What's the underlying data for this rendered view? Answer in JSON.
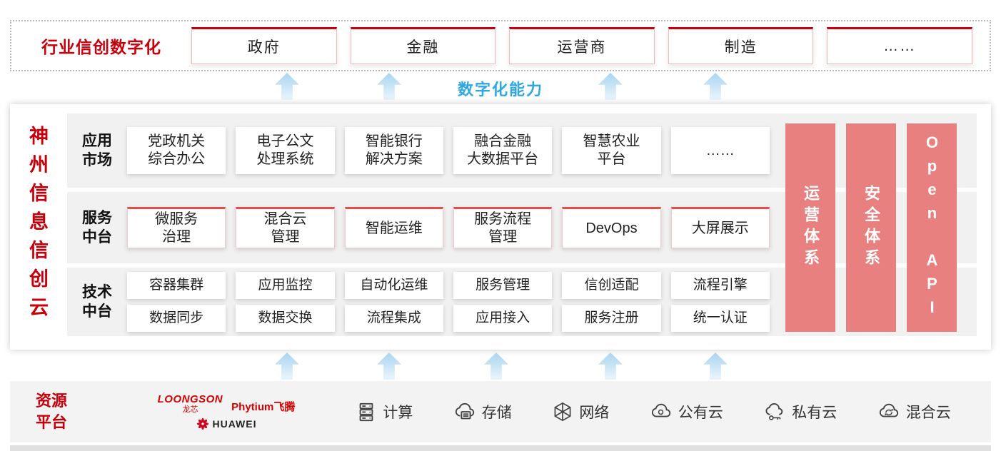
{
  "industry_band": {
    "label": "行业信创数字化",
    "sectors": [
      "政府",
      "金融",
      "运营商",
      "制造",
      "……"
    ]
  },
  "capability_label": "数字化能力",
  "platform": {
    "side_title": "神州信息信创云",
    "app_market": {
      "label": "应用\n市场",
      "boxes": [
        "党政机关\n综合办公",
        "电子公文\n处理系统",
        "智能银行\n解决方案",
        "融合金融\n大数据平台",
        "智慧农业\n平台",
        "……"
      ]
    },
    "service_platform": {
      "label": "服务\n中台",
      "boxes": [
        "微服务\n治理",
        "混合云\n管理",
        "智能运维",
        "服务流程\n管理",
        "DevOps",
        "大屏展示"
      ]
    },
    "tech_platform": {
      "label": "技术\n中台",
      "row1": [
        "容器集群",
        "应用监控",
        "自动化运维",
        "服务管理",
        "信创适配",
        "流程引擎"
      ],
      "row2": [
        "数据同步",
        "数据交换",
        "流程集成",
        "应用接入",
        "服务注册",
        "统一认证"
      ]
    },
    "pillars": [
      "运营体系",
      "安全体系",
      "Open API"
    ]
  },
  "resources": {
    "label": "资源\n平台",
    "vendors": {
      "loongson": "LOONGSON",
      "loongson_cn": "龙芯",
      "phytium": "Phytium飞腾",
      "huawei": "HUAWEI"
    },
    "items": [
      {
        "icon": "server-icon",
        "label": "计算"
      },
      {
        "icon": "storage-icon",
        "label": "存储"
      },
      {
        "icon": "network-icon",
        "label": "网络"
      },
      {
        "icon": "public-cloud-icon",
        "label": "公有云"
      },
      {
        "icon": "private-cloud-icon",
        "label": "私有云"
      },
      {
        "icon": "hybrid-cloud-icon",
        "label": "混合云"
      }
    ]
  },
  "colors": {
    "brand_red": "#c7000b",
    "pillar_salmon": "#e88080",
    "capability_blue": "#2fa8e1"
  }
}
